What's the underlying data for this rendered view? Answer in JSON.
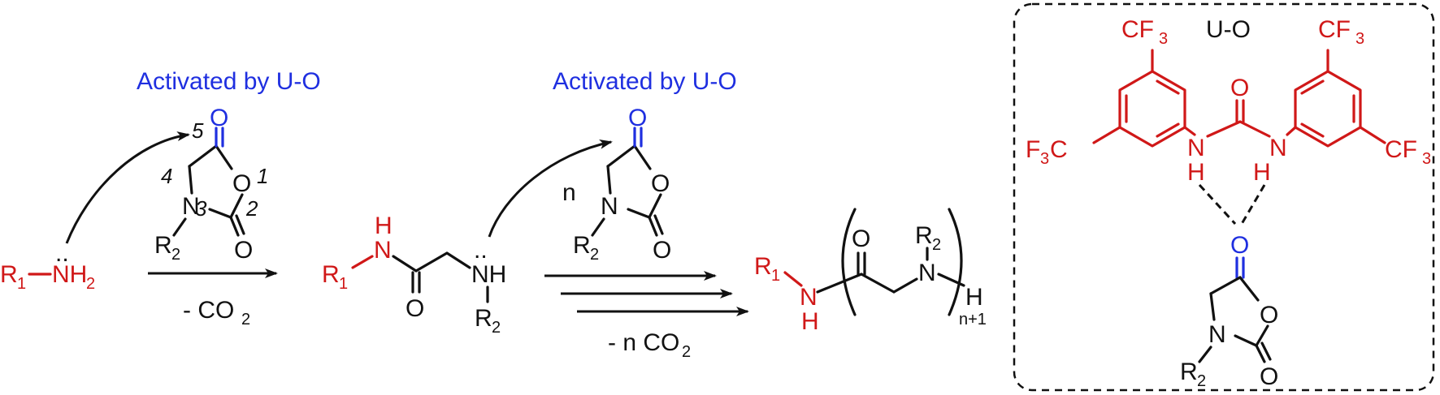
{
  "colors": {
    "black": "#111111",
    "red": "#d01818",
    "blue": "#1f2fe0"
  },
  "labels": {
    "activated_1": "Activated by U-O",
    "activated_2": "Activated by U-O",
    "box_title": "U-O",
    "r1": "R",
    "r1_sub": "1",
    "r2": "R",
    "r2_sub": "2",
    "nh2": "NH",
    "nh2_sub": "2",
    "nh": "NH",
    "n": "N",
    "h": "H",
    "o": "O",
    "cf": "CF",
    "cf_sub": "3",
    "f": "F",
    "c": "C",
    "lone_pair": "..",
    "ring_numbers": [
      "5",
      "4",
      "1",
      "2",
      "3"
    ],
    "repeat_n": "n",
    "subscript_n1": "n+1",
    "step1_condition": "- CO",
    "step1_sub": "2",
    "step2_condition": "- n CO",
    "step2_sub": "2"
  }
}
